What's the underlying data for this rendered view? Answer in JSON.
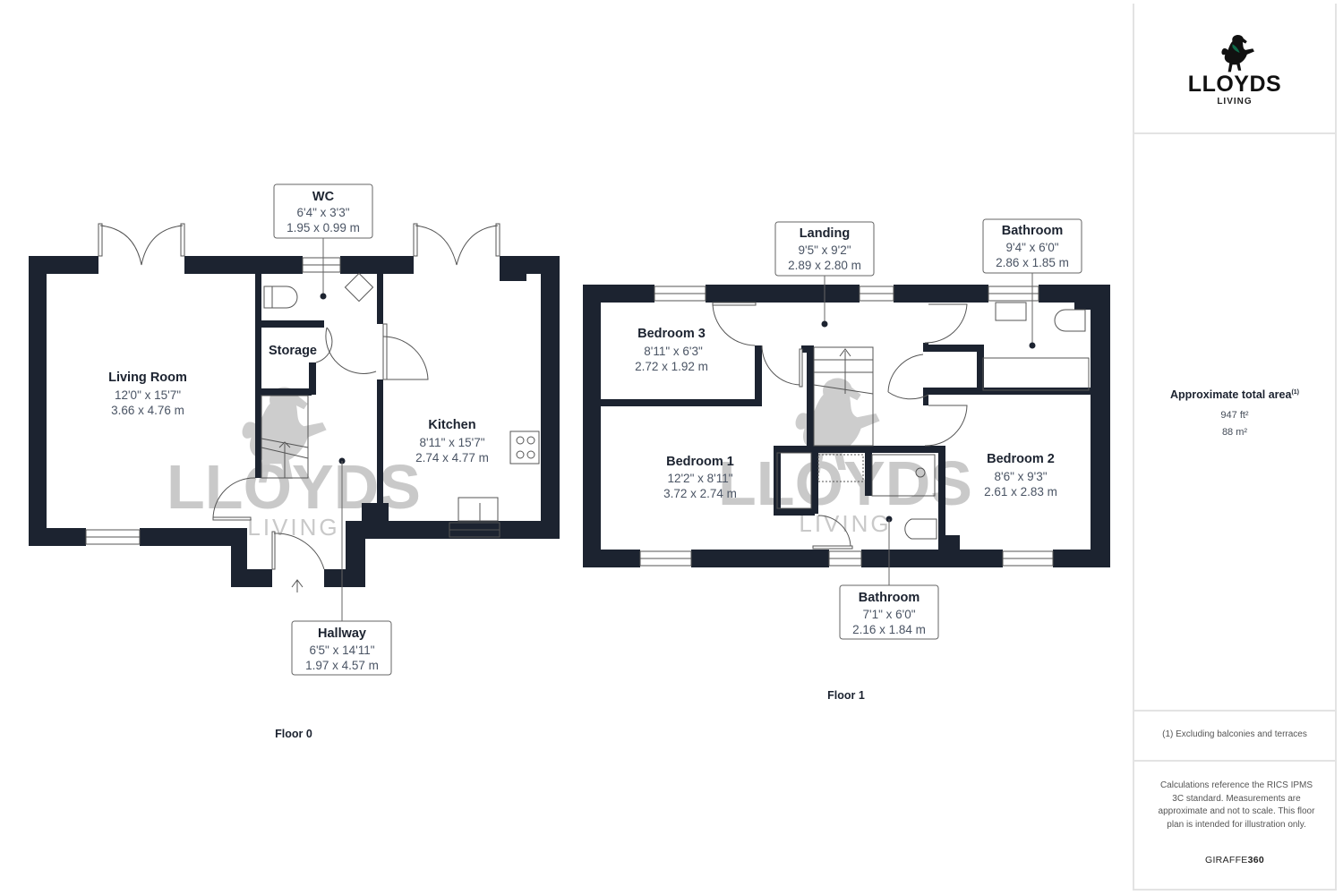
{
  "brand": {
    "name": "LLOYDS",
    "sub": "LIVING",
    "accent_color": "#0f6b4a",
    "wall_color": "#1c2330"
  },
  "watermark": {
    "name": "LLOYDS",
    "sub": "LIVING"
  },
  "floors": [
    {
      "label": "Floor 0",
      "rooms": [
        {
          "name": "Living Room",
          "imperial": "12'0\" x 15'7\"",
          "metric": "3.66 x 4.76 m"
        },
        {
          "name": "WC",
          "imperial": "6'4\" x 3'3\"",
          "metric": "1.95 x 0.99 m"
        },
        {
          "name": "Storage"
        },
        {
          "name": "Kitchen",
          "imperial": "8'11\" x 15'7\"",
          "metric": "2.74 x 4.77 m"
        },
        {
          "name": "Hallway",
          "imperial": "6'5\" x 14'11\"",
          "metric": "1.97 x 4.57 m"
        }
      ]
    },
    {
      "label": "Floor 1",
      "rooms": [
        {
          "name": "Landing",
          "imperial": "9'5\" x 9'2\"",
          "metric": "2.89 x 2.80 m"
        },
        {
          "name": "Bathroom",
          "imperial": "9'4\" x 6'0\"",
          "metric": "2.86 x 1.85 m"
        },
        {
          "name": "Bedroom 3",
          "imperial": "8'11\" x 6'3\"",
          "metric": "2.72 x 1.92 m"
        },
        {
          "name": "Bedroom 1",
          "imperial": "12'2\" x 8'11\"",
          "metric": "3.72 x 2.74 m"
        },
        {
          "name": "Bedroom 2",
          "imperial": "8'6\" x 9'3\"",
          "metric": "2.61 x 2.83 m"
        },
        {
          "name": "Bathroom",
          "imperial": "7'1\" x 6'0\"",
          "metric": "2.16 x 1.84 m"
        }
      ]
    }
  ],
  "sidebar": {
    "area_title": "Approximate total area",
    "area_footnote_marker": "(1)",
    "area_ft": "947 ft²",
    "area_m": "88 m²",
    "footnote": "(1) Excluding balconies and terraces",
    "disclaimer": "Calculations reference the RICS IPMS 3C standard. Measurements are approximate and not to scale. This floor plan is intended for illustration only.",
    "brand_mark_a": "GIRAFFE",
    "brand_mark_b": "360"
  }
}
